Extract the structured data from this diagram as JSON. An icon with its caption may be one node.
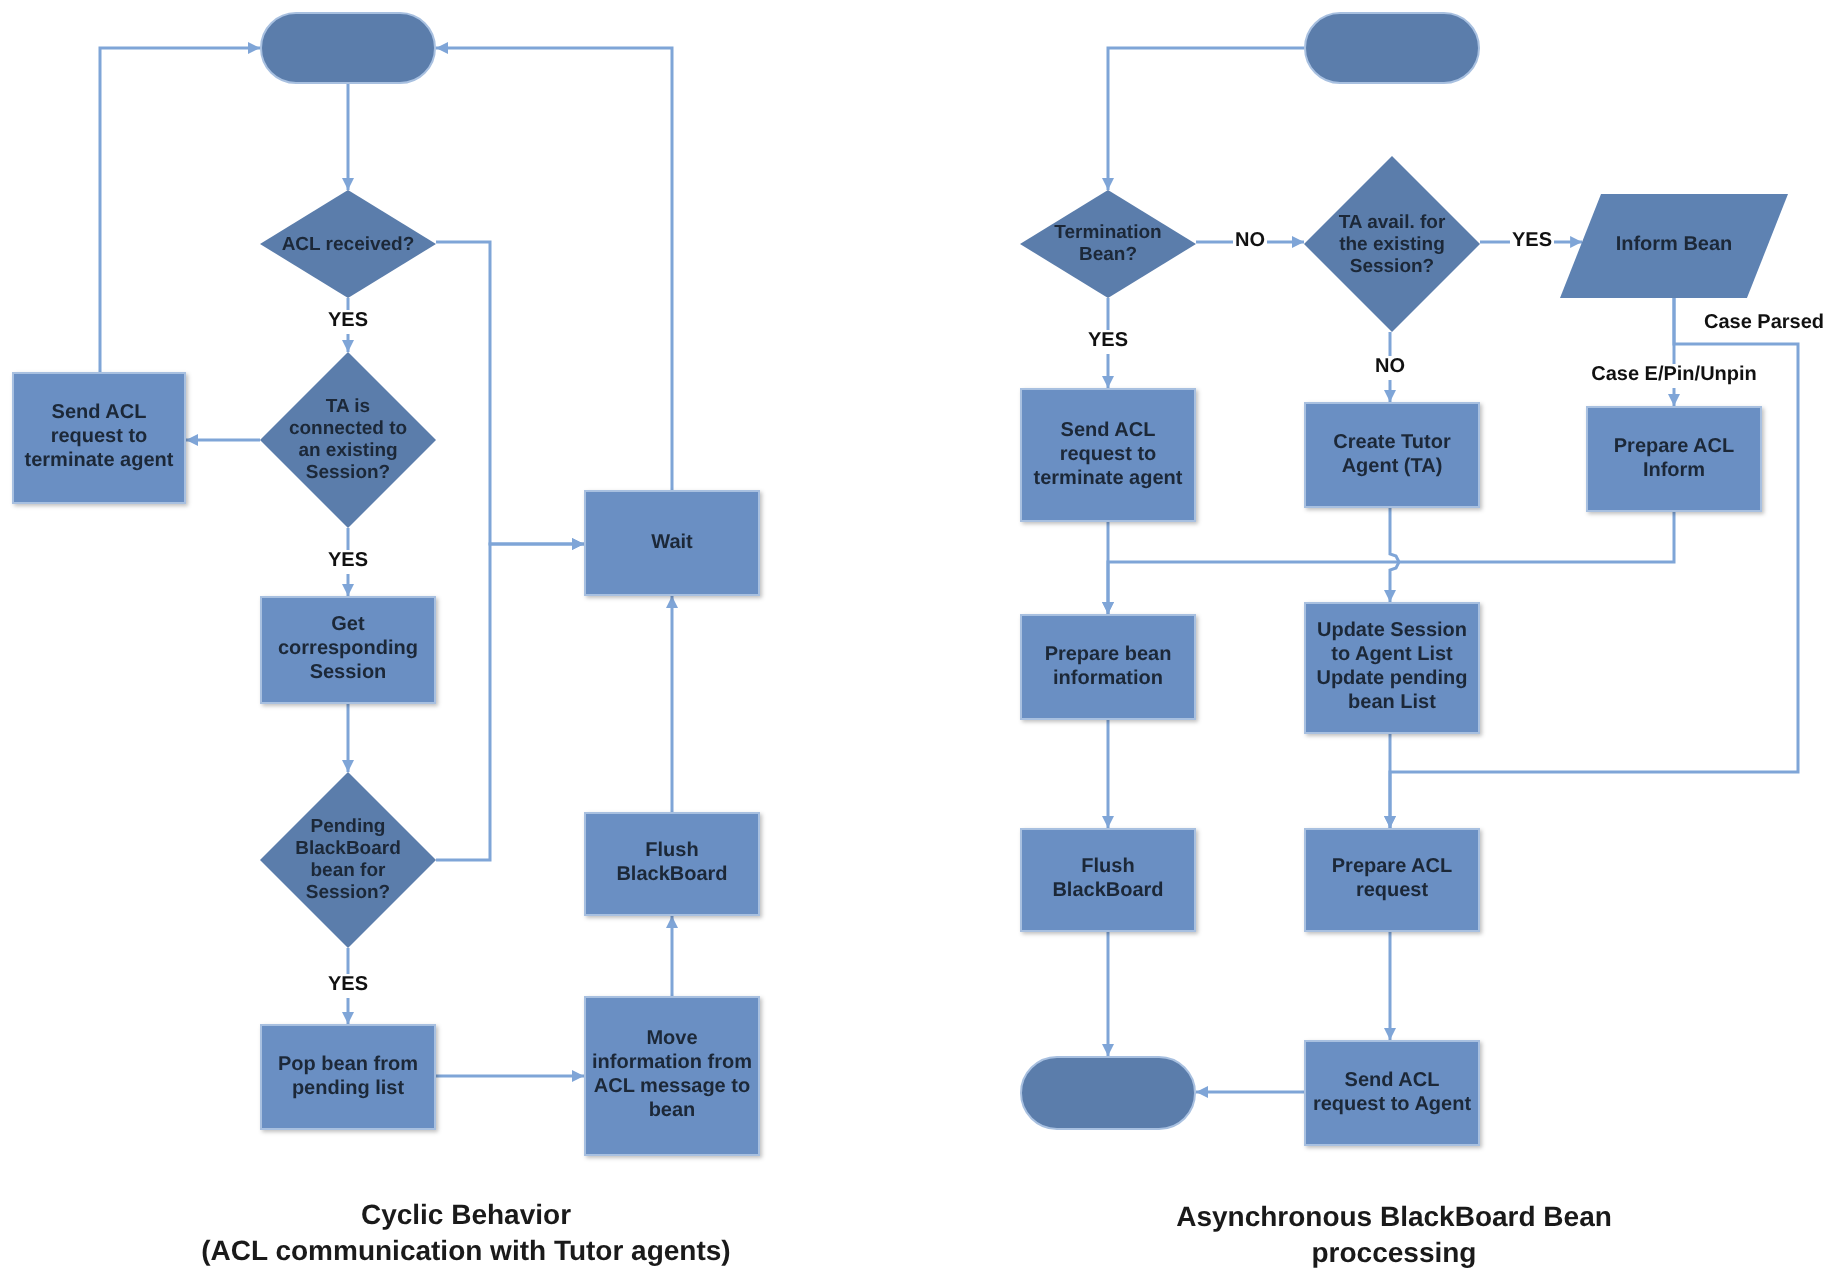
{
  "diagram": {
    "nodes": [
      {
        "text": [],
        "shape": "oval"
      },
      {
        "text": [
          "ACL received?"
        ]
      },
      {
        "text": [
          "TA is connected to an existing Session?"
        ]
      },
      {
        "text": [
          "Send ACL request to terminate agent"
        ]
      },
      {
        "text": [
          "Get corresponding Session"
        ]
      },
      {
        "text": [
          "Pending BlackBoard bean for Session?"
        ]
      },
      {
        "text": [
          "Pop bean from pending list"
        ]
      },
      {
        "text": [
          "Move information from ACL message to bean"
        ]
      },
      {
        "text": [
          "Flush BlackBoard"
        ]
      },
      {
        "text": [
          "Wait"
        ]
      },
      {
        "text": [],
        "shape": "oval"
      },
      {
        "text": [
          "Termination Bean?"
        ]
      },
      {
        "text": [
          "TA avail. for the existing Session?"
        ]
      },
      {
        "text": [
          "Inform Bean"
        ]
      },
      {
        "text": [
          "Send ACL request to terminate agent"
        ]
      },
      {
        "text": [
          "Create Tutor Agent (TA)"
        ]
      },
      {
        "text": [
          "Prepare ACL Inform"
        ]
      },
      {
        "text": [
          "Prepare bean information"
        ]
      },
      {
        "text": [
          "Update Session to Agent List",
          "Update pending bean List"
        ]
      },
      {
        "text": [
          "Flush BlackBoard"
        ]
      },
      {
        "text": [
          "Prepare ACL request"
        ]
      },
      {
        "text": [
          "Send ACL request to Agent"
        ]
      },
      {
        "text": [],
        "shape": "oval"
      }
    ],
    "edges": [
      {
        "from": 0,
        "to": 1,
        "arrow": "to"
      },
      {
        "from": 1,
        "to": 2,
        "arrow": "to",
        "label": "YES"
      },
      {
        "from": 1,
        "to": 9,
        "arrow": "to"
      },
      {
        "from": 2,
        "to": 3,
        "arrow": "to"
      },
      {
        "from": 2,
        "to": 4,
        "arrow": "to",
        "label": "YES"
      },
      {
        "from": 3,
        "to": 0,
        "arrow": "to"
      },
      {
        "from": 4,
        "to": 5,
        "arrow": "to"
      },
      {
        "from": 5,
        "to": 9,
        "arrow": "to"
      },
      {
        "from": 5,
        "to": 6,
        "arrow": "to",
        "label": "YES"
      },
      {
        "from": 6,
        "to": 7,
        "arrow": "to"
      },
      {
        "from": 7,
        "to": 8,
        "arrow": "to"
      },
      {
        "from": 8,
        "to": 9,
        "arrow": "to"
      },
      {
        "from": 9,
        "to": 0,
        "arrow": "to"
      },
      {
        "from": 10,
        "to": 11,
        "arrow": "to"
      },
      {
        "from": 11,
        "to": 12,
        "arrow": "to",
        "label": "NO"
      },
      {
        "from": 11,
        "to": 14,
        "arrow": "to",
        "label": "YES"
      },
      {
        "from": 12,
        "to": 13,
        "arrow": "to",
        "label": "YES"
      },
      {
        "from": 12,
        "to": 15,
        "arrow": "to",
        "label": "NO"
      },
      {
        "from": 13,
        "to": 16,
        "arrow": "to",
        "label": "Case E/Pin/Unpin"
      },
      {
        "from": 13,
        "to": 20,
        "arrow": "to",
        "label": "Case Parsed"
      },
      {
        "from": 14,
        "to": 17,
        "arrow": "to"
      },
      {
        "from": 15,
        "to": 18,
        "arrow": "to"
      },
      {
        "from": 16,
        "to": 17,
        "arrow": "to"
      },
      {
        "from": 17,
        "to": 19,
        "arrow": "to"
      },
      {
        "from": 18,
        "to": 20,
        "arrow": "to"
      },
      {
        "from": 19,
        "to": 22,
        "arrow": "to"
      },
      {
        "from": 20,
        "to": 21,
        "arrow": "to"
      },
      {
        "from": 21,
        "to": 22,
        "arrow": "to"
      }
    ],
    "labels": [
      "Cyclic Behavior",
      "(ACL communication with Tutor agents)",
      "Asynchronous BlackBoard Bean proccessing"
    ]
  }
}
